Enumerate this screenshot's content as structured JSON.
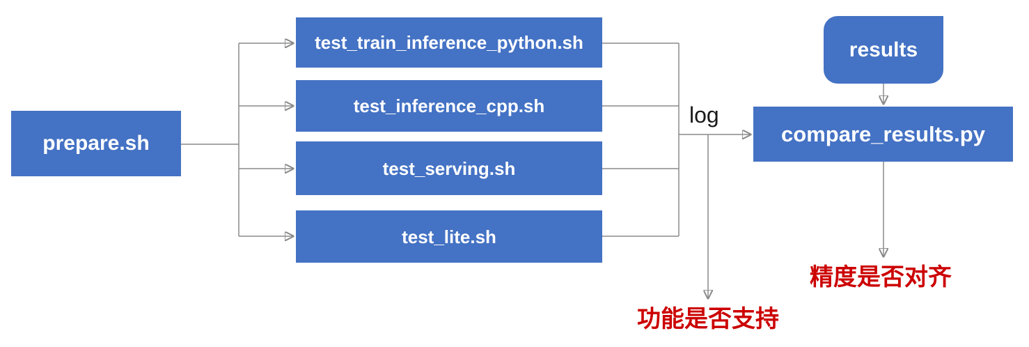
{
  "nodes": {
    "prepare": {
      "label": "prepare.sh"
    },
    "test_train_inference_python": {
      "label": "test_train_inference_python.sh"
    },
    "test_inference_cpp": {
      "label": "test_inference_cpp.sh"
    },
    "test_serving": {
      "label": "test_serving.sh"
    },
    "test_lite": {
      "label": "test_lite.sh"
    },
    "results": {
      "label": "results"
    },
    "compare_results": {
      "label": "compare_results.py"
    }
  },
  "edge_labels": {
    "log": "log"
  },
  "outcomes": {
    "function_support": {
      "label": "功能是否支持"
    },
    "precision_align": {
      "label": "精度是否对齐"
    }
  },
  "colors": {
    "node_fill": "#4472C4",
    "node_text": "#FFFFFF",
    "connector": "#8A8A8A",
    "outcome_text": "#CC0000",
    "edge_label_text": "#1A1A1A",
    "background": "#FFFFFF"
  }
}
